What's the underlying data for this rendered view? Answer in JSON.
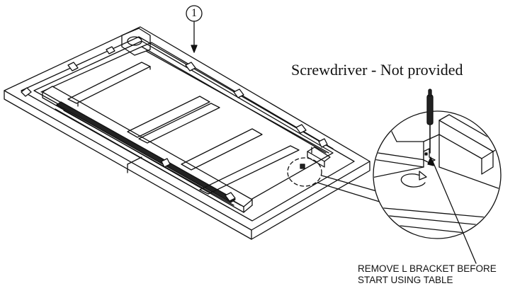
{
  "figure": {
    "part_number": "1",
    "tool_label": "Screwdriver - Not provided",
    "warning_line_1": "REMOVE L BRACKET BEFORE",
    "warning_line_2": "START USING TABLE"
  },
  "icons": {
    "rotation": "clockwise-rotation-arrow-icon",
    "tool": "screwdriver-icon",
    "bracket": "l-bracket-icon"
  },
  "colors": {
    "ink": "#111111",
    "paper": "#ffffff"
  }
}
